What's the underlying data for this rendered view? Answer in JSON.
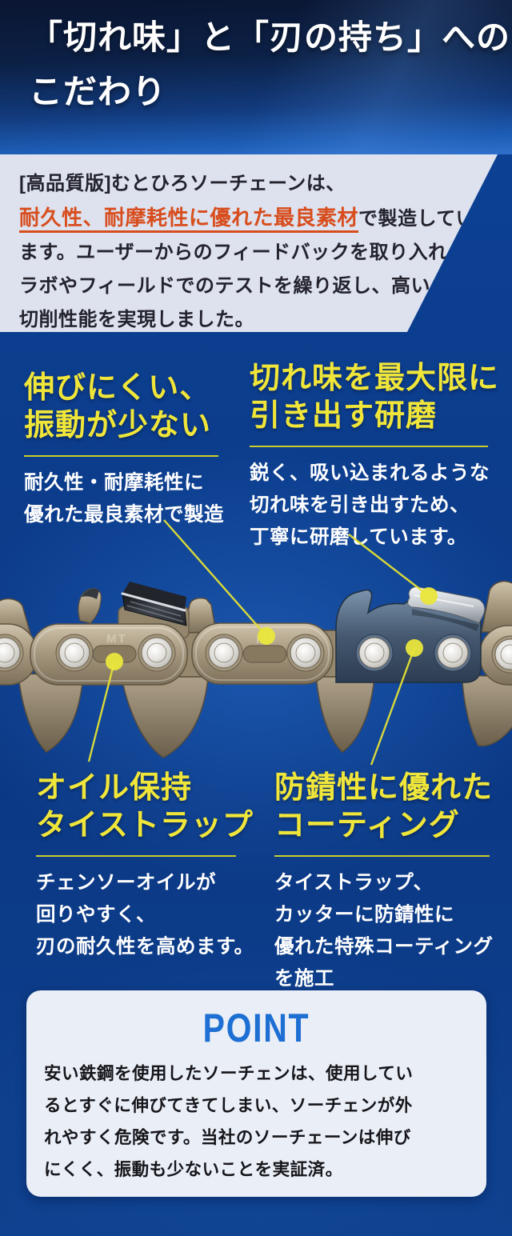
{
  "header": {
    "title_line1": "「切れ味」と「刃の持ち」への",
    "title_line2": "こだわり"
  },
  "intro": {
    "line1": "[高品質版]むとひろソーチェーンは、",
    "highlight": "耐久性、耐摩耗性に優れた最良素材",
    "line2_rest": "で製造してい",
    "line3": "ます。ユーザーからのフィードバックを取り入れ、",
    "line4": "ラボやフィールドでのテストを繰り返し、高い",
    "line5": "切削性能を実現しました。"
  },
  "features": [
    {
      "id": "low-stretch",
      "title_lines": [
        "伸びにくい、",
        "振動が少ない"
      ],
      "desc_lines": [
        "耐久性・耐摩耗性に",
        "優れた最良素材で製造"
      ]
    },
    {
      "id": "sharpness",
      "title_lines": [
        "切れ味を最大限に",
        "引き出す研磨"
      ],
      "desc_lines": [
        "鋭く、吸い込まれるような",
        "切れ味を引き出すため、",
        "丁寧に研磨しています。"
      ]
    },
    {
      "id": "oil-keeping",
      "title_lines": [
        "オイル保持",
        "タイストラップ"
      ],
      "desc_lines": [
        "チェンソーオイルが",
        "回りやすく、",
        "刃の耐久性を高めます。"
      ]
    },
    {
      "id": "anti-rust",
      "title_lines": [
        "防錆性に優れた",
        "コーティング"
      ],
      "desc_lines": [
        "タイストラップ、",
        "カッターに防錆性に",
        "優れた特殊コーティング",
        "を施工"
      ]
    }
  ],
  "chain": {
    "stamp_label": "MT"
  },
  "point": {
    "label": "POINT",
    "lines": [
      "安い鉄鋼を使用したソーチェンは、使用してい",
      "るとすぐに伸びてきてしまい、ソーチェンが外",
      "れやすく危険です。当社のソーチェーンは伸び",
      "にくく、振動も少ないことを実証済。"
    ]
  },
  "colors": {
    "page_blue": "#0d4296",
    "header_top": "#0a1531",
    "header_bottom": "#2f70cd",
    "accent_yellow": "#f0e63a",
    "rule_yellow": "#c9ce2d",
    "callout_yellow": "#e9e63c",
    "highlight_red": "#d84d1d",
    "intro_card_bg": "#dde2ee",
    "point_card_bg": "#eaeef6",
    "point_blue": "#1d6fd3"
  }
}
